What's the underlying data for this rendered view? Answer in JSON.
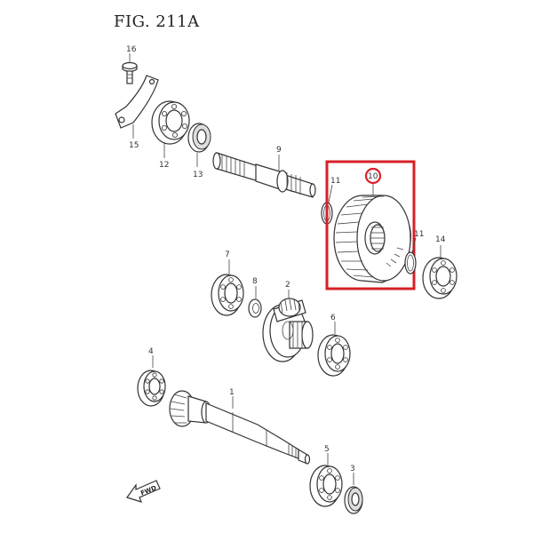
{
  "figure": {
    "title": "FIG. 211A",
    "fwd_label": "FWD",
    "highlight_color": "#d62027"
  },
  "callouts": {
    "p16": "16",
    "p15": "15",
    "p12": "12",
    "p13": "13",
    "p9": "9",
    "p11a": "11",
    "p10": "10",
    "p11b": "11",
    "p14": "14",
    "p7": "7",
    "p8": "8",
    "p2": "2",
    "p6": "6",
    "p4": "4",
    "p1": "1",
    "p5": "5",
    "p3": "3"
  }
}
